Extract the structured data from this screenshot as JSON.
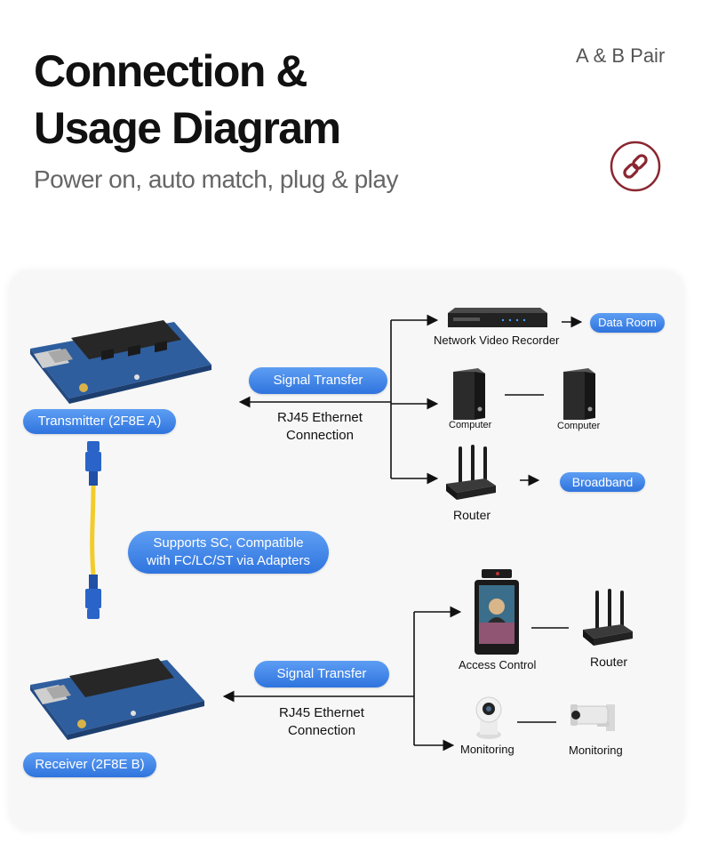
{
  "header": {
    "title_line1": "Connection &",
    "title_line2": "Usage Diagram",
    "subtitle": "Power on, auto match, plug & play",
    "pair_label": "A & B Pair",
    "icon": "link-icon"
  },
  "top_section": {
    "transmitter_label": "Transmitter (2F8E A)",
    "signal_label": "Signal Transfer",
    "connection_line1": "RJ45 Ethernet",
    "connection_line2": "Connection",
    "nvr_label": "Network Video Recorder",
    "data_room_label": "Data Room",
    "computer_label_1": "Computer",
    "computer_label_2": "Computer",
    "router_label": "Router",
    "broadband_label": "Broadband"
  },
  "fiber": {
    "note_line1": "Supports SC, Compatible",
    "note_line2": "with FC/LC/ST via Adapters"
  },
  "bottom_section": {
    "receiver_label": "Receiver (2F8E B)",
    "signal_label": "Signal Transfer",
    "connection_line1": "RJ45 Ethernet",
    "connection_line2": "Connection",
    "access_control_label": "Access Control",
    "router_label": "Router",
    "monitoring_label_1": "Monitoring",
    "monitoring_label_2": "Monitoring"
  },
  "colors": {
    "pill_blue": "#3b82e8",
    "board_blue": "#2f5e9e",
    "fiber_yellow": "#f2cc2a",
    "connector_blue": "#2a64c8",
    "icon_maroon": "#8a2630"
  }
}
